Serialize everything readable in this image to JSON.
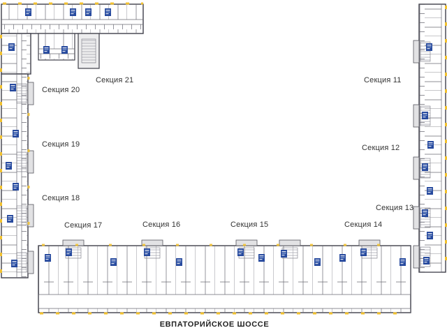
{
  "plan": {
    "title": "residential-complex-floor-plan",
    "street": {
      "label": "ЕВПАТОРИЙСКОЕ ШОССЕ"
    }
  },
  "sections": [
    {
      "number": 11,
      "label": "Секция 11"
    },
    {
      "number": 12,
      "label": "Секция 12"
    },
    {
      "number": 13,
      "label": "Секция 13"
    },
    {
      "number": 14,
      "label": "Секция 14"
    },
    {
      "number": 15,
      "label": "Секция 15"
    },
    {
      "number": 16,
      "label": "Секция 16"
    },
    {
      "number": 17,
      "label": "Секция 17"
    },
    {
      "number": 18,
      "label": "Секция 18"
    },
    {
      "number": 19,
      "label": "Секция 19"
    },
    {
      "number": 20,
      "label": "Секция 20"
    },
    {
      "number": 21,
      "label": "Секция 21"
    }
  ],
  "colors": {
    "wall": "#62626c",
    "outline": "#3f3f49",
    "stair_fill": "#e4e4e6",
    "balcony_accent": "#f2c230",
    "logo_blue": "#274a9e"
  },
  "icons": {
    "logo": "builder-logo-icon"
  }
}
